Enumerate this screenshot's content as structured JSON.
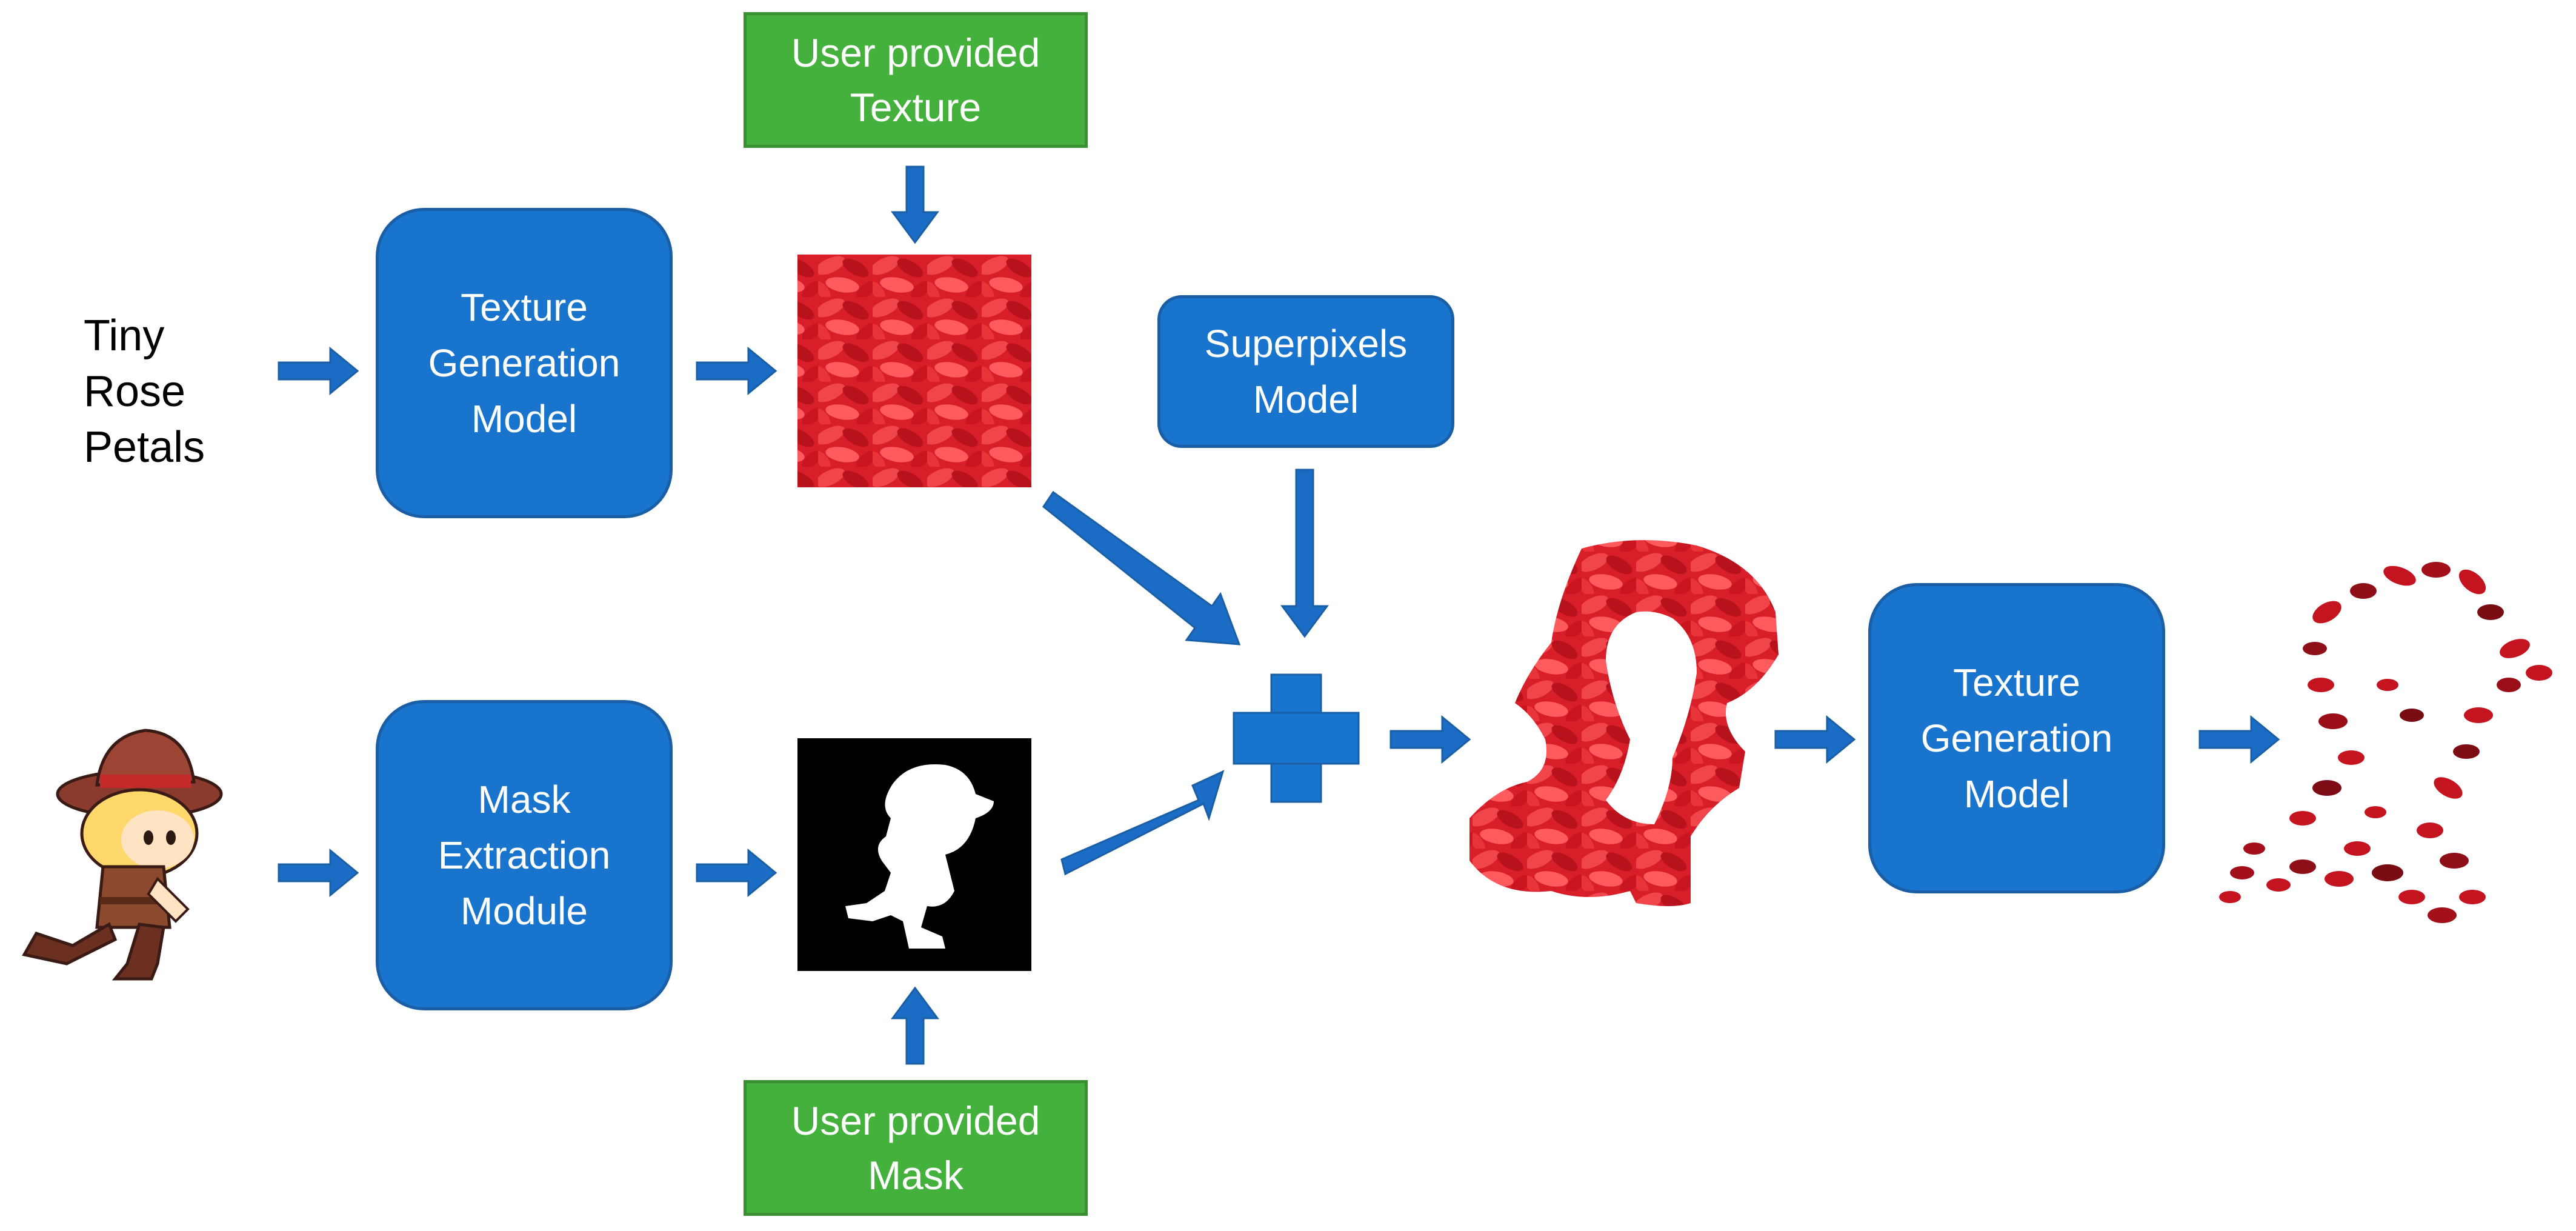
{
  "input_text": "Tiny\nRose\nPetals",
  "boxes": {
    "texture_gen_1": "Texture\nGeneration\nModel",
    "mask_extraction": "Mask\nExtraction\nModule",
    "superpixels": "Superpixels\nModel",
    "texture_gen_2": "Texture\nGeneration\nModel",
    "user_texture": "User provided\nTexture",
    "user_mask": "User provided\nMask"
  },
  "colors": {
    "model_box": "#1874cd",
    "user_box": "#44b13c",
    "arrow": "#1a6cc4",
    "petal": "#e0252d"
  },
  "icons": [
    "character-image",
    "petal-texture-image",
    "silhouette-mask-image",
    "textured-silhouette-image",
    "petal-scatter-output-image"
  ]
}
